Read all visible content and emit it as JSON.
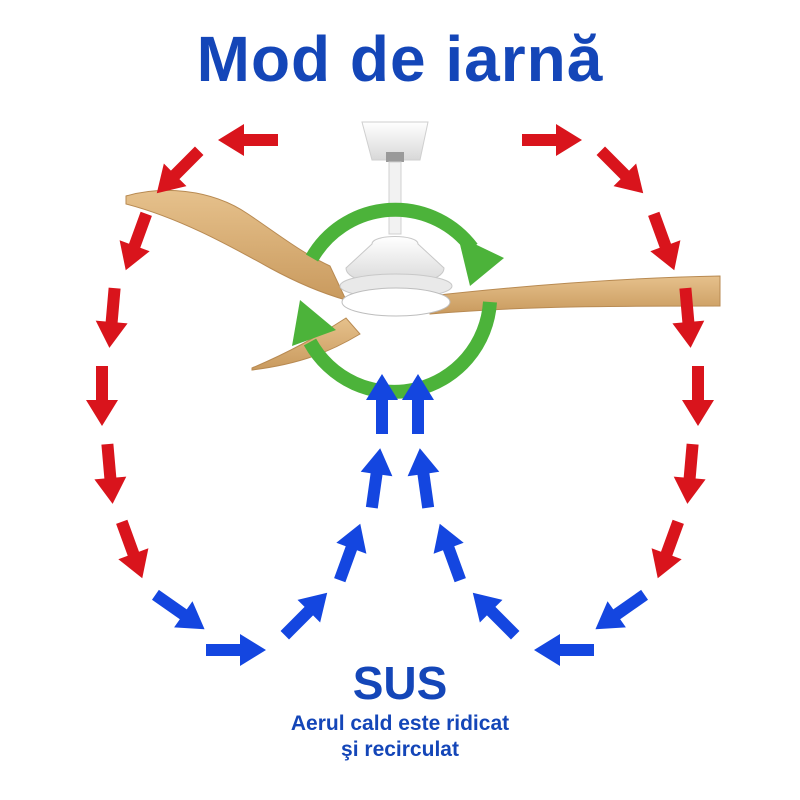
{
  "title": "Mod de iarnă",
  "mode_label": "SUS",
  "description_line1": "Aerul cald este ridicat",
  "description_line2": "şi recirculat",
  "colors": {
    "title_text": "#1446b8",
    "warm_air_arrows": "#d9141c",
    "rising_air_arrows": "#1446e0",
    "rotation_arrows": "#4cb33a",
    "blade_wood": "#d9b079",
    "fan_body": "#f4f4f4"
  },
  "icons": {
    "fan": "ceiling-fan-icon",
    "rotation": "rotation-arrows-icon",
    "warm_air": "red-arrow-icon",
    "rising_air": "blue-arrow-icon"
  }
}
